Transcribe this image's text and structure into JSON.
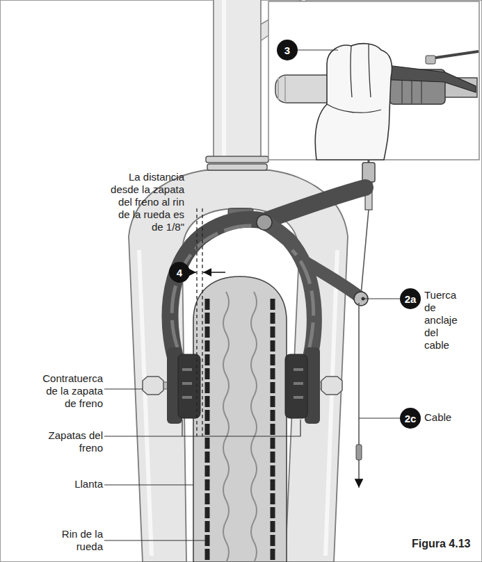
{
  "diagram": {
    "caption": "Figura 4.13",
    "nodes": [
      {
        "text": [
          "3"
        ]
      },
      {
        "text": [
          "4"
        ]
      },
      {
        "text": [
          "2a"
        ]
      },
      {
        "text": [
          "2c"
        ]
      }
    ],
    "labels": [
      "La distancia desde la zapata del freno al rin de la rueda es de 1/8\"",
      "Tuerca de anclaje del cable",
      "Cable",
      "Contratuerca de la zapata de freno",
      "Zapatas del freno",
      "Llanta",
      "Rin de la rueda"
    ]
  }
}
